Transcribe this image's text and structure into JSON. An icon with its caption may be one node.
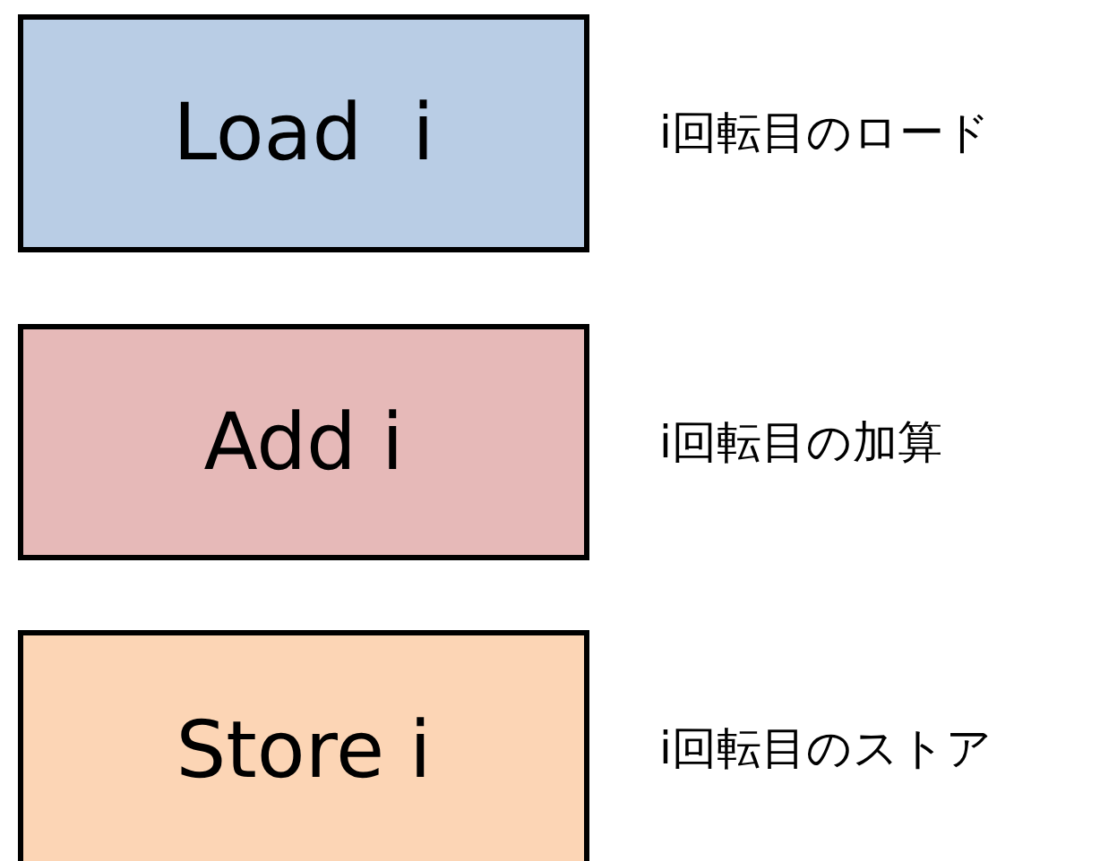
{
  "diagram": {
    "nodes": [
      {
        "text": [
          "Load  i"
        ],
        "beside": [
          "i回転目のロード"
        ]
      },
      {
        "text": [
          "Add i"
        ],
        "beside": [
          "i回転目の加算"
        ]
      },
      {
        "text": [
          "Store i"
        ],
        "beside": [
          "i回転目のストア"
        ]
      }
    ]
  }
}
